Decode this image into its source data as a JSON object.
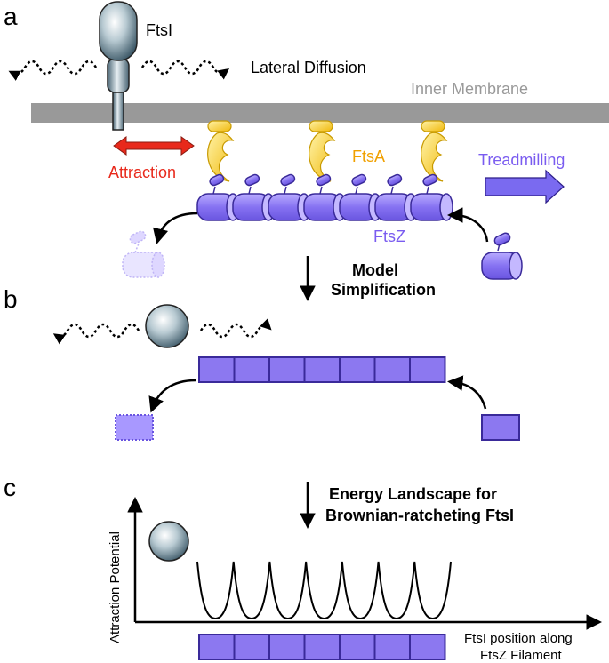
{
  "panels": {
    "a": {
      "letter": "a",
      "ftsi": "FtsI",
      "lateral_diffusion": "Lateral Diffusion",
      "inner_membrane": "Inner Membrane",
      "attraction": "Attraction",
      "ftsa": "FtsA",
      "treadmilling": "Treadmilling",
      "ftsz": "FtsZ"
    },
    "transition_ab": {
      "line1": "Model",
      "line2": "Simplification"
    },
    "b": {
      "letter": "b"
    },
    "c": {
      "letter": "c",
      "title_line1": "Energy Landscape for",
      "title_line2": "Brownian-ratcheting FtsI",
      "ylabel": "Attraction Potential",
      "xlabel_line1": "FtsI position along",
      "xlabel_line2": "FtsZ Filament"
    }
  },
  "colors": {
    "membrane": "#999999",
    "ftsa": "#f2c21a",
    "ftsa_text": "#f0a000",
    "ftsz": "#8c78f0",
    "ftsz_text": "#7a5cf0",
    "attraction": "#e8291b",
    "treadmilling_arrow": "#7a6af0",
    "ftsi": "#7f9aa8",
    "potential_line": "#000000"
  },
  "filament": {
    "subunits": 7
  },
  "potential": {
    "wells": 7
  }
}
